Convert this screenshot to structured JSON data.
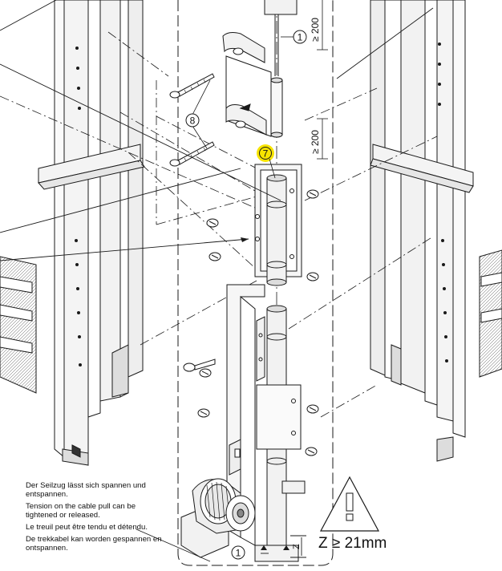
{
  "labels": {
    "callout_1_top": "1",
    "callout_8": "8",
    "callout_7": "7",
    "callout_1_bottom": "1",
    "dim_top": "≥ 200",
    "dim_mid": "≥ 200",
    "z_mark": "Z",
    "warning_glyph": "!"
  },
  "warning": {
    "formula": "Z ≥ 21mm"
  },
  "note": {
    "de": "Der Seilzug lässt sich spannen und entspannen.",
    "en": "Tension on the cable pull can be tightened or released.",
    "fr": "Le treuil peut être tendu et détendu.",
    "nl": "De trekkabel kan worden gespannen en ontspannen."
  },
  "colors": {
    "line": "#1a1a1a",
    "highlight": "#f7e400",
    "panel_fill": "#f2f2f2"
  }
}
